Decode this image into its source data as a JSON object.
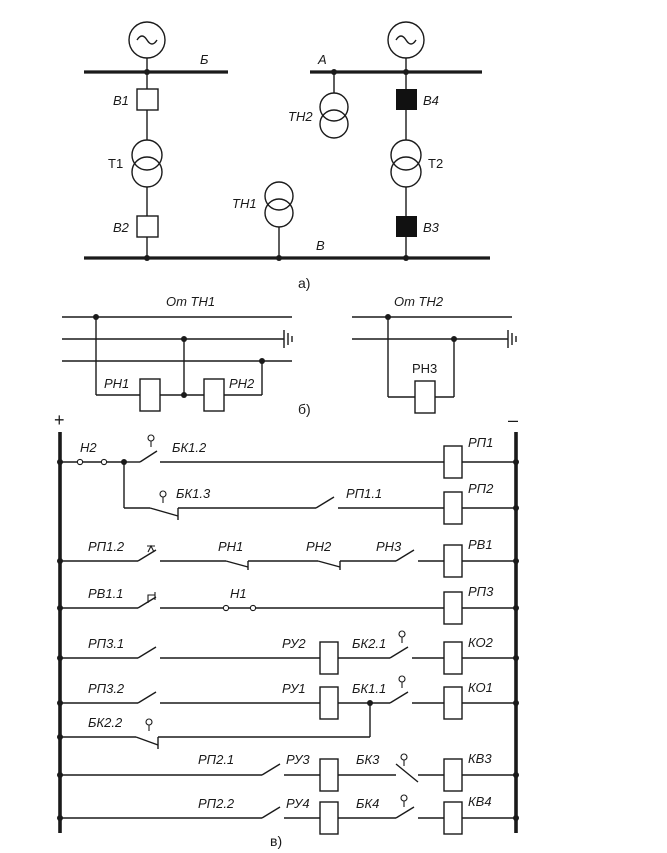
{
  "part_a": {
    "caption": "а)",
    "bus_b": "Б",
    "bus_a": "А",
    "bus_v": "В",
    "breaker_b1": "В1",
    "breaker_b2": "В2",
    "breaker_b3": "В3",
    "breaker_b4": "В4",
    "transformer_t1": "Т1",
    "transformer_t2": "Т2",
    "vt_th1": "ТН1",
    "vt_th2": "ТН2"
  },
  "part_b": {
    "caption": "б)",
    "from_th1": "От ТН1",
    "from_th2": "От ТН2",
    "relay_rn1": "РН1",
    "relay_rn2": "РН2",
    "relay_rn3": "РН3"
  },
  "part_v": {
    "caption": "в)",
    "plus": "+",
    "minus": "–",
    "h2": "Н2",
    "h1": "Н1",
    "bk1_2": "БК1.2",
    "bk1_3": "БК1.3",
    "rp1_1": "РП1.1",
    "rp1_2": "РП1.2",
    "rn1": "РН1",
    "rn2": "РН2",
    "rn3": "РН3",
    "rv1_1": "РВ1.1",
    "rp3_1": "РП3.1",
    "rp3_2": "РП3.2",
    "bk2_2": "БК2.2",
    "rp2_1": "РП2.1",
    "rp2_2": "РП2.2",
    "ru1": "РУ1",
    "ru2": "РУ2",
    "ru3": "РУ3",
    "ru4": "РУ4",
    "bk2_1": "БК2.1",
    "bk1_1": "БК1.1",
    "bk3": "БК3",
    "bk4": "БК4",
    "coil_rp1": "РП1",
    "coil_rp2": "РП2",
    "coil_rv1": "РВ1",
    "coil_rp3": "РП3",
    "coil_ko2": "КО2",
    "coil_ko1": "КО1",
    "coil_kv3": "КВ3",
    "coil_kv4": "КВ4"
  }
}
